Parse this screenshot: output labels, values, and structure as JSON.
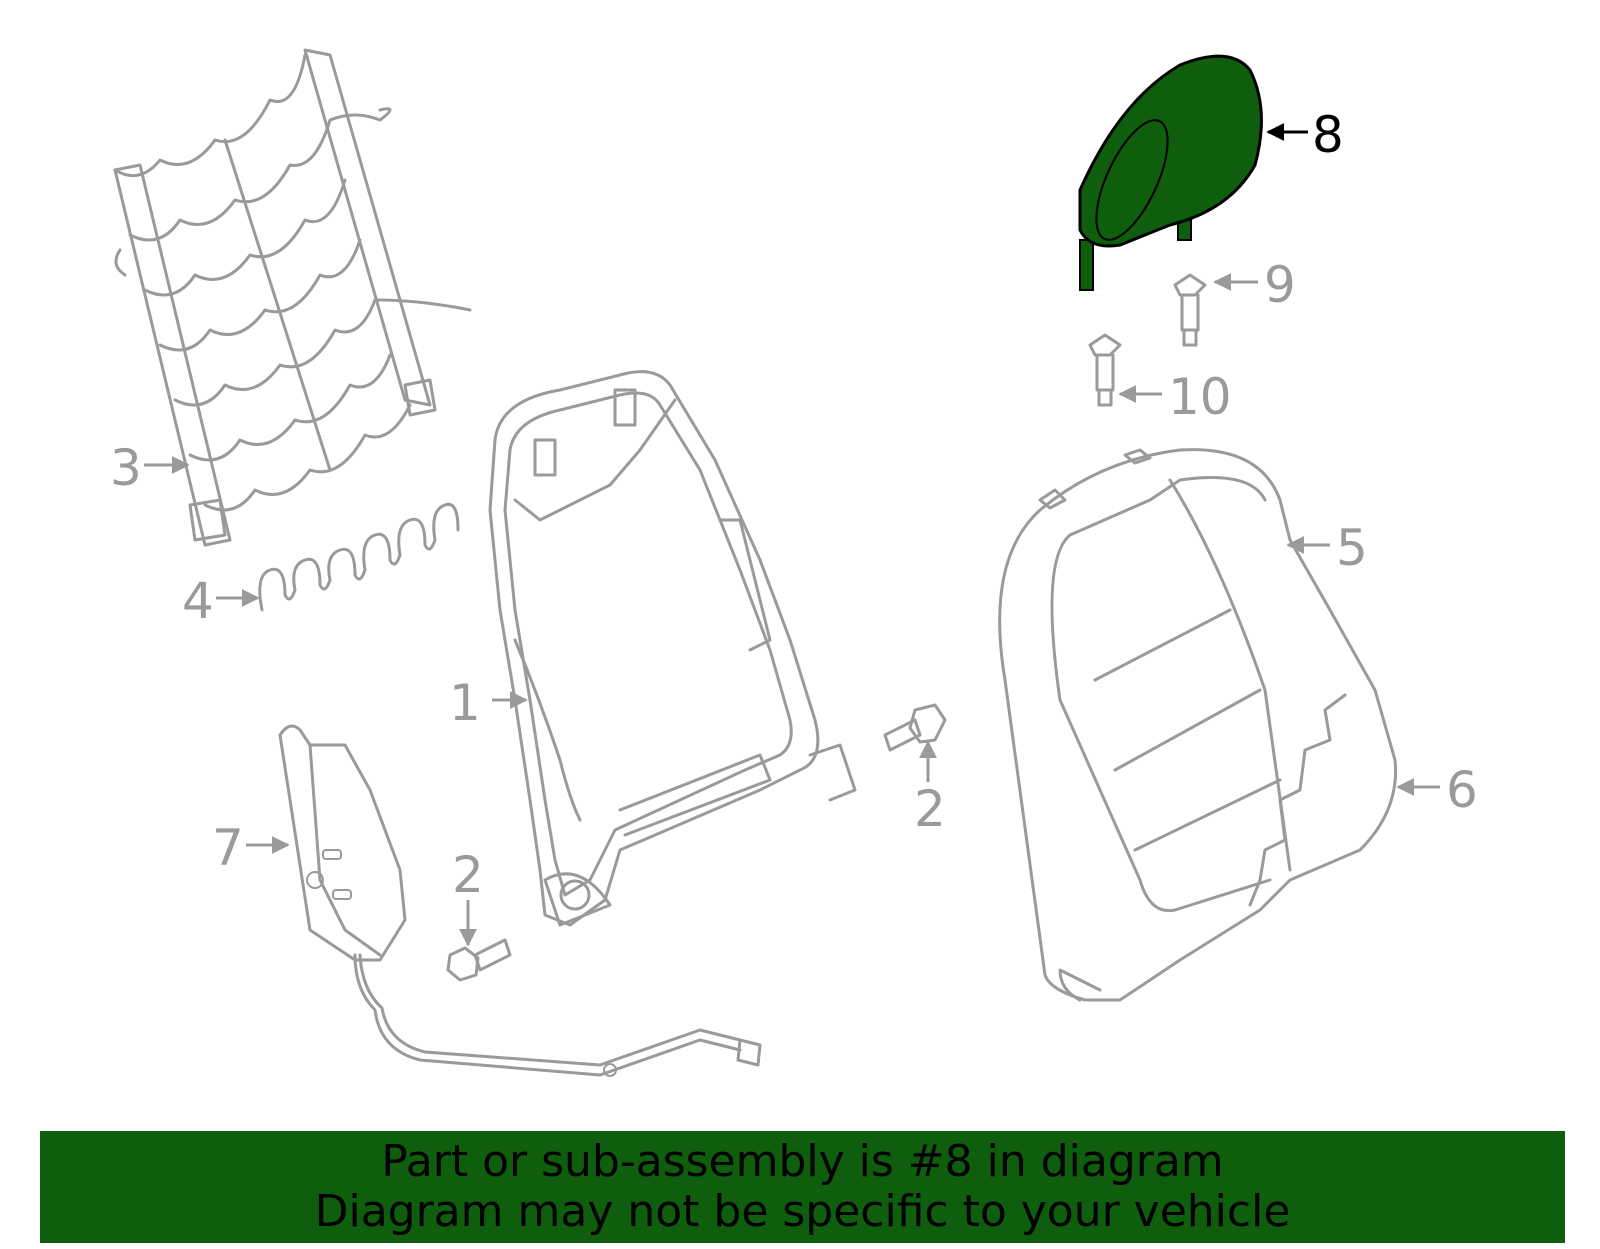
{
  "highlight_color": "#0e5e0e",
  "part_stroke_color": "#9a9a9a",
  "callouts": {
    "c1": "1",
    "c2a": "2",
    "c2b": "2",
    "c3": "3",
    "c4": "4",
    "c5": "5",
    "c6": "6",
    "c7": "7",
    "c8": "8",
    "c9": "9",
    "c10": "10"
  },
  "banner": {
    "line1": "Part or sub-assembly is #8 in diagram",
    "line2": "Diagram may not be specific to your vehicle"
  }
}
